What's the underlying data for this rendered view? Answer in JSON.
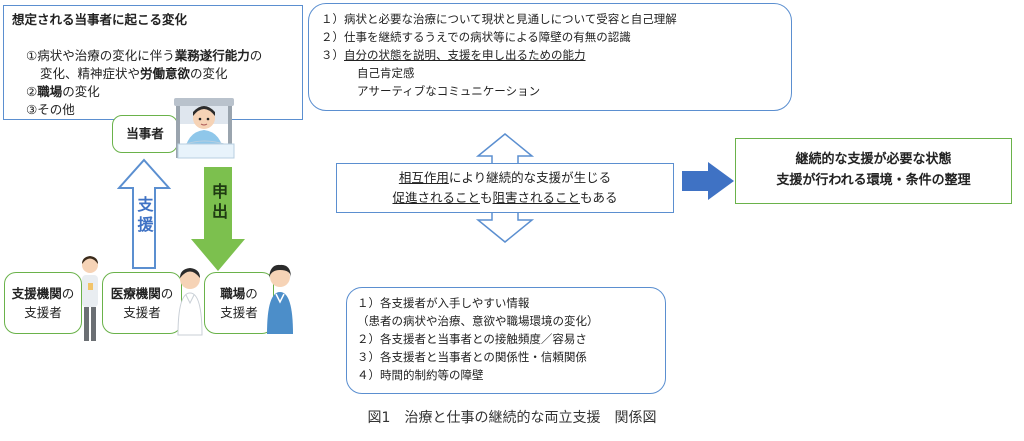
{
  "top_left_box": {
    "title": "想定される当事者に起こる変化",
    "item1_prefix": "①病状や治療の変化に伴う",
    "item1_bold1": "業務遂行能力",
    "item1_suffix1": "の",
    "item1_line2_prefix": "変化、精神症状や",
    "item1_bold2": "労働意欲",
    "item1_suffix2": "の変化",
    "item2_prefix": "②",
    "item2_bold": "職場",
    "item2_suffix": "の変化",
    "item3": "③その他"
  },
  "patient_label": "当事者",
  "support_label": "支援",
  "request_label": "申出",
  "supporters": {
    "agency_bold": "支援機関",
    "agency_suffix": "の",
    "agency_line2": "支援者",
    "medical_bold": "医療機関",
    "medical_suffix": "の",
    "medical_line2": "支援者",
    "workplace_bold": "職場",
    "workplace_suffix": "の",
    "workplace_line2": "支援者"
  },
  "top_center_box": {
    "line1": "１）病状と必要な治療について現状と見通しについて受容と自己理解",
    "line2": "２）仕事を継続するうえでの病状等による障壁の有無の認識",
    "line3_prefix": "３）",
    "line3_underlined": "自分の状態を説明、支援を申し出るための能力",
    "line4": "自己肯定感",
    "line5": "アサーティブなコミュニケーション"
  },
  "center_box": {
    "line1_u1": "相互作用",
    "line1_mid": "により継続的な支援が生じる",
    "line2_u1": "促進されること",
    "line2_mid": "も",
    "line2_u2": "阻害されること",
    "line2_end": "もある"
  },
  "right_box": {
    "line1": "継続的な支援が必要な状態",
    "line2": "支援が行われる環境・条件の整理"
  },
  "bottom_center_box": {
    "line1": "１）各支援者が入手しやすい情報",
    "line2": "（患者の病状や治療、意欲や職場環境の変化）",
    "line3": "２）各支援者と当事者との接触頻度／容易さ",
    "line4": "３）各支援者と当事者との関係性・信頼関係",
    "line5": "４）時間的制約等の障壁"
  },
  "caption": "図1　治療と仕事の継続的な両立支援　関係図",
  "colors": {
    "blue_border": "#5b8fd0",
    "green_border": "#6ab24a",
    "green_arrow": "#7cc04e",
    "blue_arrow": "#3f72c4"
  }
}
